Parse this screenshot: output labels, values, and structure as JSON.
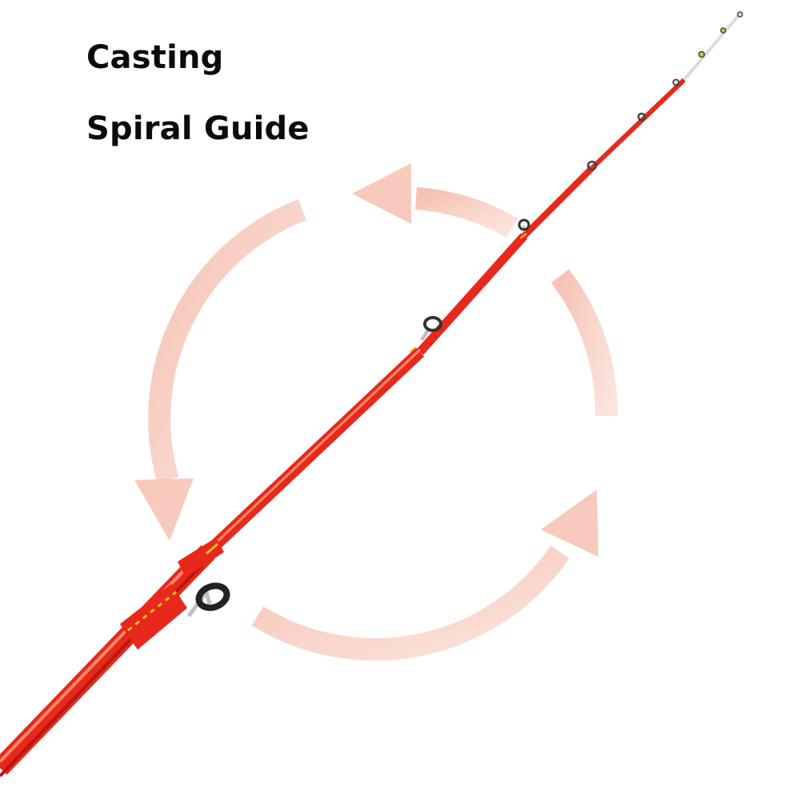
{
  "headline": {
    "line1": "Casting",
    "line2": "Spiral Guide"
  },
  "colors": {
    "background": "#ffffff",
    "text": "#0b0b0b",
    "rod": "#e8281c",
    "rod_highlight": "#ff6a4a",
    "rod_shadow": "#b5180f",
    "tip": "#f2f2f2",
    "thread_wrap": "#f0c020",
    "guide_ring": "#222222",
    "rotation_arrows": "#f6c8bc"
  },
  "icons": [
    "rotation-arrows-icon",
    "fishing-rod-image",
    "rod-guide-icon"
  ]
}
